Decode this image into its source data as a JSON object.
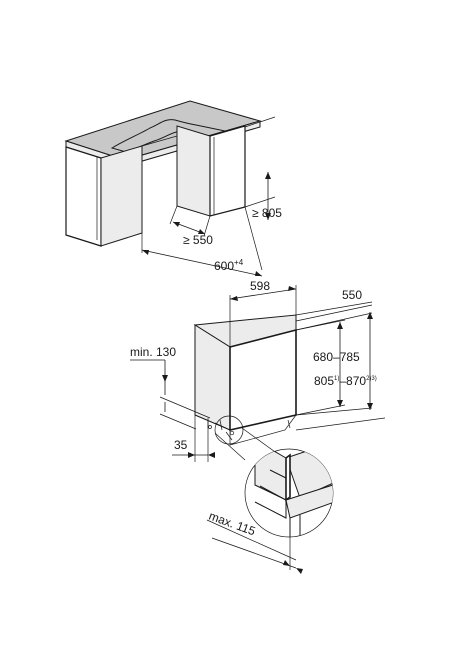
{
  "labels": {
    "height_min_805": "≥ 805",
    "depth_min_550": "≥ 550",
    "width_600_base": "600",
    "width_600_sup": "+4",
    "width_598": "598",
    "depth_550": "550",
    "height_680_785": "680–785",
    "height_805_base": "805",
    "height_805_sup": "1)",
    "height_870_base": "–870",
    "height_870_sup": "2)3)",
    "min_130": "min. 130",
    "dim_35": "35",
    "max_115": "max. 115"
  }
}
